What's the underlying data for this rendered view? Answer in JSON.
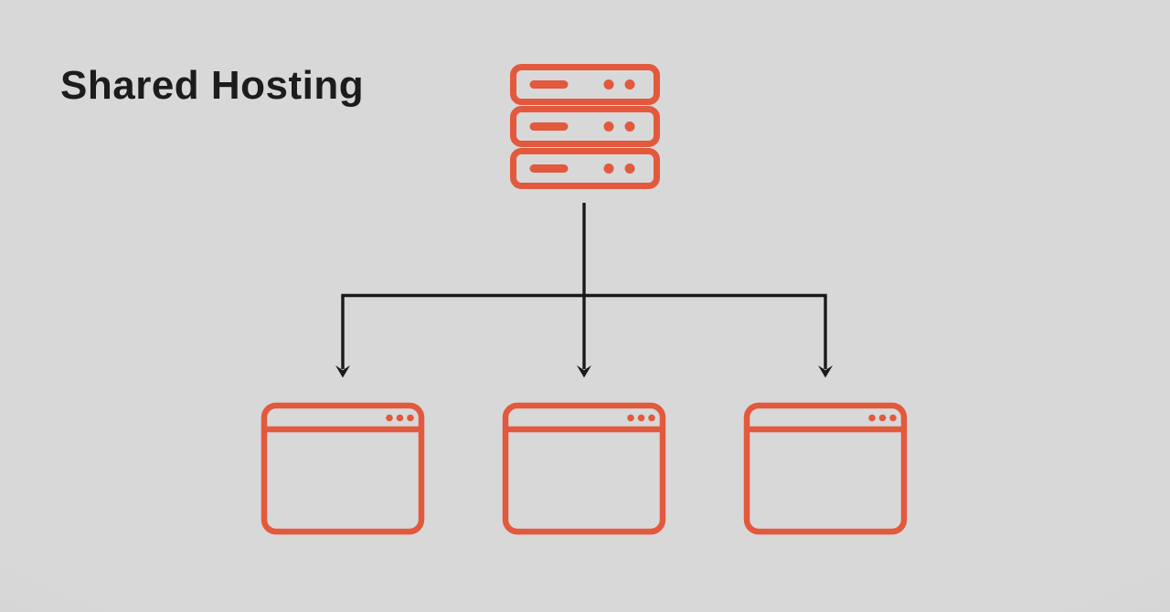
{
  "title": "Shared Hosting",
  "colors": {
    "background": "#d8d8d8",
    "background_edge": "#cbcbcb",
    "accent": "#e2593d",
    "line": "#1a1a1a",
    "title_text": "#1c1c1c"
  },
  "diagram": {
    "root_icon": "server-rack-icon",
    "client_icon": "browser-window-icon",
    "client_count": 3,
    "connector": "fan-out-arrows"
  }
}
